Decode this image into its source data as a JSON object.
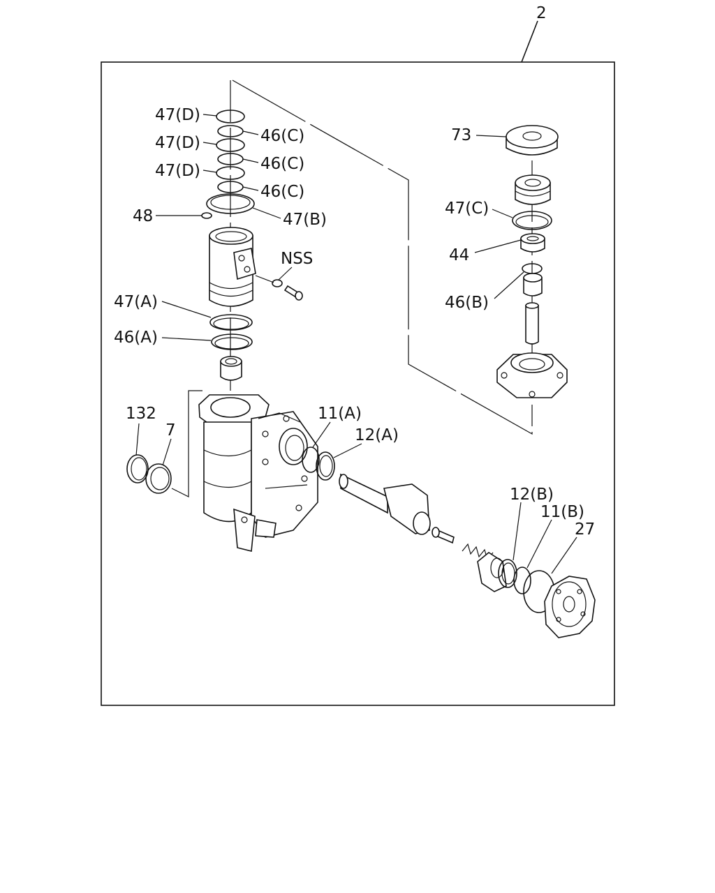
{
  "assembly_label": "2",
  "labels": {
    "l47d_1": "47(D)",
    "l46c_1": "46(C)",
    "l47d_2": "47(D)",
    "l46c_2": "46(C)",
    "l47d_3": "47(D)",
    "l46c_3": "46(C)",
    "l48": "48",
    "l47b": "47(B)",
    "lnss": "NSS",
    "l47a": "47(A)",
    "l46a": "46(A)",
    "l132": "132",
    "l7": "7",
    "l11a": "11(A)",
    "l12a": "12(A)",
    "l73": "73",
    "l47c": "47(C)",
    "l44": "44",
    "l46b": "46(B)",
    "l12b": "12(B)",
    "l11b": "11(B)",
    "l27": "27"
  }
}
